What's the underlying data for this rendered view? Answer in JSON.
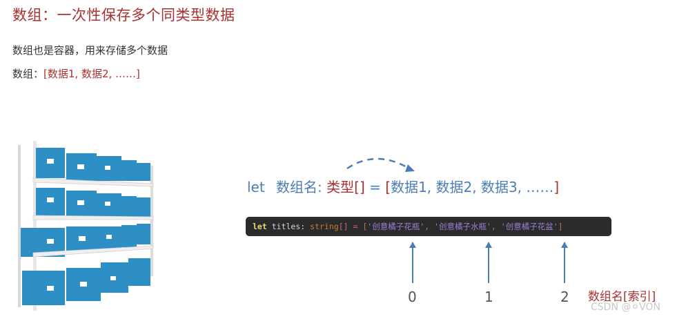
{
  "heading": {
    "title": "数组：一次性保存多个同类型数据"
  },
  "intro": {
    "line1": "数组也是容器，用来存储多个数据",
    "line2_label": "数组：",
    "line2_value": "[数据1, 数据2, ……]"
  },
  "illustration": {
    "icon": "storage-shelf-with-blue-boxes",
    "box_color": "#2e8fc4"
  },
  "syntax": {
    "let": "let",
    "name": "数组名:",
    "type": "类型[]",
    "equals": "=",
    "open_bracket": "[",
    "items": "数据1, 数据2, 数据3, ……",
    "close_bracket": "]"
  },
  "code": {
    "keyword": "let",
    "identifier": "titles",
    "colon": ":",
    "type": "string",
    "type_brackets": "[]",
    "equals": "=",
    "open": "[",
    "items": [
      "'创意橘子花瓶'",
      "'创意橘子水瓶'",
      "'创意橘子花盆'"
    ],
    "sep": ",",
    "close": "]"
  },
  "indices": [
    "0",
    "1",
    "2"
  ],
  "index_label": "数组名[索引]",
  "watermark": "CSDN @⚪VON",
  "colors": {
    "accent_red": "#a83232",
    "accent_blue": "#4a7db5",
    "code_bg": "#2b2b2b"
  }
}
